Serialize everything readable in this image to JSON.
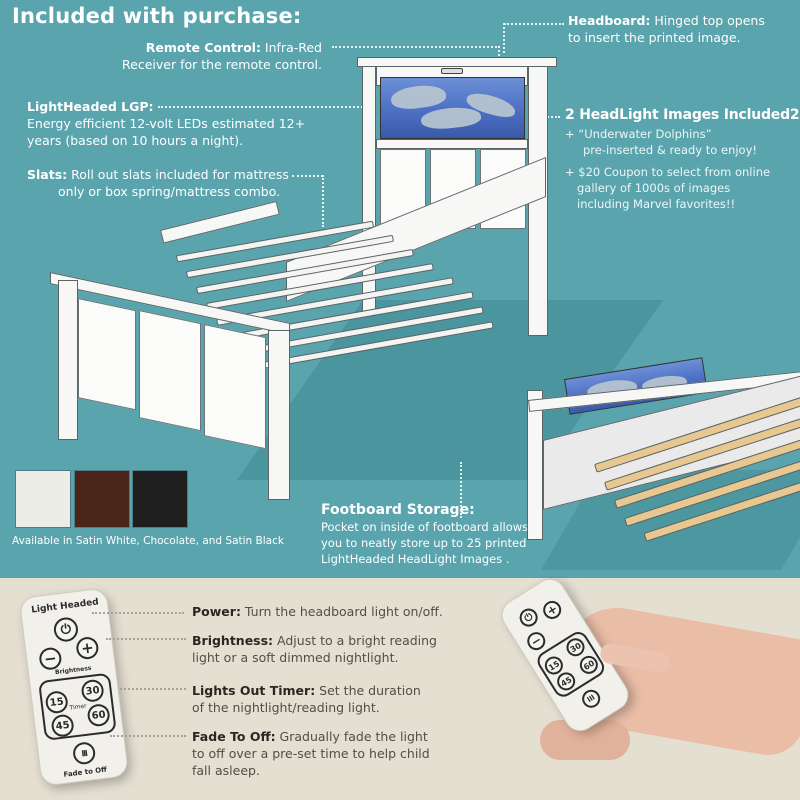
{
  "header": {
    "title": "Included with purchase:"
  },
  "features": {
    "remote": {
      "label": "Remote Control:",
      "line1": " Infra-Red",
      "line2": "Receiver for the remote control."
    },
    "lgp": {
      "label": "LightHeaded LGP:",
      "line1": "Energy efficient 12-volt LEDs estimated 12+",
      "line2": "years (based on 10 hours a night)."
    },
    "slats": {
      "label": "Slats:",
      "line1": " Roll out slats included for mattress",
      "line2": "only or box spring/mattress combo."
    },
    "headboard": {
      "label": "Headboard:",
      "line1": " Hinged top opens",
      "line2": "to insert the printed image."
    },
    "images": {
      "title": "2 HeadLight Images Included2",
      "bullets": [
        {
          "line1": "+ “Underwater Dolphins”",
          "line2": "pre-inserted & ready to enjoy!"
        },
        {
          "line1": "+ $20 Coupon to select from online",
          "line2": "gallery of 1000s of images",
          "line3": "including Marvel favorites!!"
        }
      ]
    },
    "footboard": {
      "title": "Footboard Storage:",
      "line1": "Pocket on inside of footboard allows",
      "line2": "you to neatly store up to 25 printed",
      "line3": "LightHeaded HeadLight Images ."
    }
  },
  "finishes": {
    "caption": "Available in Satin White, Chocolate, and Satin Black",
    "swatches": [
      {
        "name": "Satin White",
        "color": "#ecede6"
      },
      {
        "name": "Chocolate",
        "color": "#4a2418"
      },
      {
        "name": "Satin Black",
        "color": "#1f1f1f"
      }
    ]
  },
  "remote_features": [
    {
      "label": "Power:",
      "line1": " Turn the headboard light on/off."
    },
    {
      "label": "Brightness:",
      "line1": " Adjust to a bright reading",
      "line2": "light or a soft dimmed nightlight."
    },
    {
      "label": "Lights Out Timer:",
      "line1": " Set the duration",
      "line2": "of the nightlight/reading light."
    },
    {
      "label": "Fade To Off:",
      "line1": " Gradually fade the light",
      "line2": "to off over a pre-set time to help child",
      "line3": "fall asleep."
    }
  ],
  "remote": {
    "brand": "Light Headed",
    "power_glyph": "⏻",
    "minus": "−",
    "plus": "+",
    "brightness_label": "Brightness",
    "timer_label": "Timer",
    "timers": [
      "15",
      "30",
      "45",
      "60"
    ],
    "fade_glyph": "lll",
    "fade_label": "Fade to Off"
  },
  "colors": {
    "teal": "#5aa4ae",
    "beige": "#e4dfd1",
    "text_dark": "#2a2723"
  }
}
